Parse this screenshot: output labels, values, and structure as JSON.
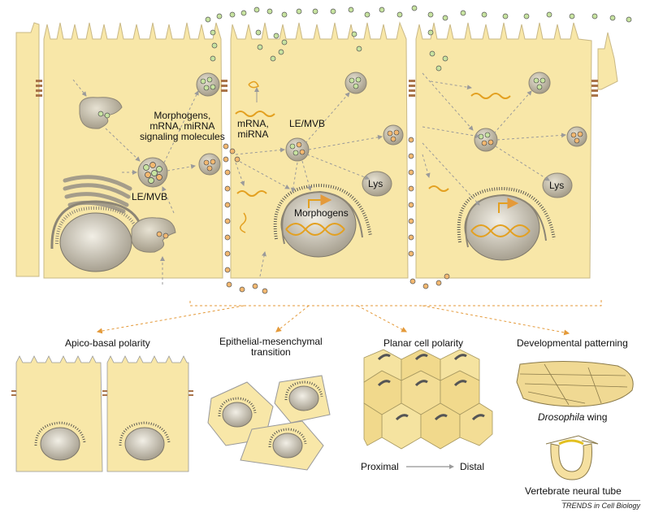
{
  "top": {
    "label_signaling": "Morphogens,\nmRNA, miRNA\nsignaling molecules",
    "label_lemvb_left": "LE/MVB",
    "label_mrna": "mRNA,\nmiRNA",
    "label_lemvb_mid": "LE/MVB",
    "label_lys_mid": "Lys",
    "label_lys_right": "Lys",
    "label_morphogens": "Morphogens"
  },
  "panels": [
    {
      "title": "Apico-basal polarity"
    },
    {
      "title": "Epithelial-mesenchymal\ntransition"
    },
    {
      "title": "Planar cell polarity"
    },
    {
      "title": "Developmental patterning"
    }
  ],
  "axis": {
    "proximal": "Proximal",
    "distal": "Distal"
  },
  "examples": {
    "drosophila_italic": "Drosophila",
    "drosophila_rest": " wing",
    "neural_tube": "Vertebrate neural tube"
  },
  "credit": "TRENDS in Cell Biology",
  "colors": {
    "cell_fill": "#f8e7a8",
    "vesicle_green": "#c7e3a0",
    "vesicle_orange": "#f3b870",
    "arrow_orange": "#e49a3a",
    "rna": "#e3a020"
  }
}
